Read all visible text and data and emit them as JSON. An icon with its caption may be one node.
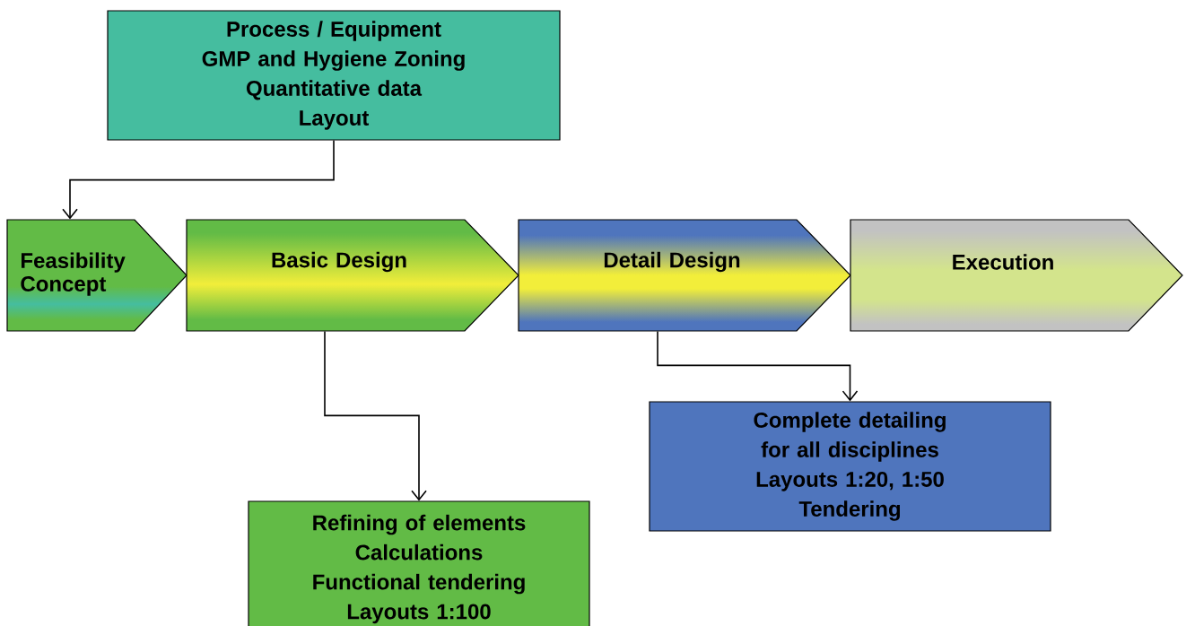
{
  "diagram": {
    "nodes": [
      {
        "text": [
          "Process / Equipment",
          "GMP and Hygiene Zoning",
          "Quantitative data",
          "Layout"
        ]
      },
      {
        "text": [
          "Feasibility Concept"
        ]
      },
      {
        "text": [
          "Basic Design"
        ]
      },
      {
        "text": [
          "Detail Design"
        ]
      },
      {
        "text": [
          "Execution"
        ]
      },
      {
        "text": [
          "Refining of elements",
          "Calculations",
          "Functional tendering",
          "Layouts 1:100"
        ]
      },
      {
        "text": [
          "Complete detailing for all disciplines",
          "Layouts 1:20, 1:50",
          "Tendering"
        ]
      }
    ],
    "edges": [
      {
        "from": 0,
        "to": 1,
        "arrow": "to"
      },
      {
        "from": 2,
        "to": 5,
        "arrow": "to"
      },
      {
        "from": 3,
        "to": 6,
        "arrow": "to"
      }
    ]
  }
}
